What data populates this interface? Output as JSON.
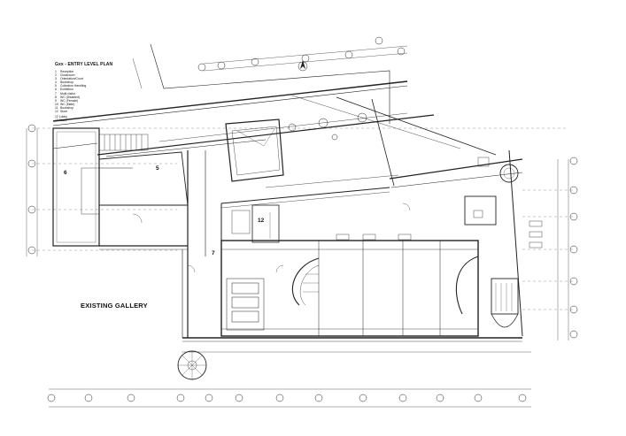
{
  "plan": {
    "title": "Gxx - ENTRY LEVEL PLAN",
    "legend": [
      {
        "num": "1",
        "label": "Reception"
      },
      {
        "num": "2",
        "label": "Cloakroom"
      },
      {
        "num": "3",
        "label": "Orientation/Court"
      },
      {
        "num": "4",
        "label": "Bookshop"
      },
      {
        "num": "5",
        "label": "Collection Handling"
      },
      {
        "num": "6",
        "label": "Exhibition"
      },
      {
        "num": "7",
        "label": "Multi-visitor"
      },
      {
        "num": "8",
        "label": "WC (Disabled)"
      },
      {
        "num": "9",
        "label": "WC (Female)"
      },
      {
        "num": "10",
        "label": "WC (Male)"
      },
      {
        "num": "11",
        "label": "Bookshop"
      },
      {
        "num": "12",
        "label": "Store"
      }
    ],
    "legend_extra": [
      "12  Lobby",
      "13  Stairs"
    ],
    "existing_gallery_label": "EXISTING GALLERY",
    "room_numbers": [
      {
        "id": "room-6",
        "text": "6"
      },
      {
        "id": "room-5",
        "text": "5"
      },
      {
        "id": "room-12",
        "text": "12"
      },
      {
        "id": "room-7",
        "text": "7"
      }
    ]
  }
}
